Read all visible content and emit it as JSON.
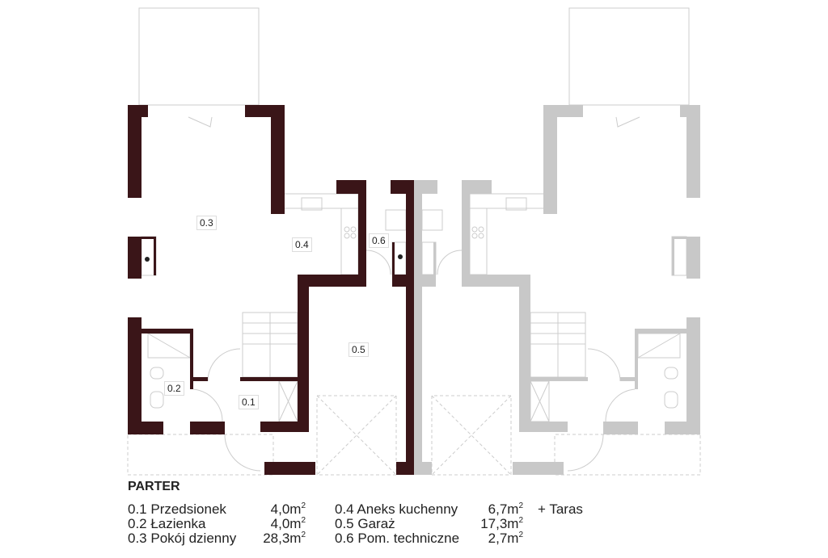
{
  "plan": {
    "wall_color": "#3a1518",
    "neighbor_wall_color": "#c8c8c8",
    "room_labels": [
      "0.1",
      "0.2",
      "0.3",
      "0.4",
      "0.5",
      "0.6"
    ]
  },
  "legend": {
    "title": "PARTER",
    "rooms": [
      {
        "name": "0.1 Przedsionek",
        "area": "4,0m",
        "unit_sup": "2"
      },
      {
        "name": "0.2 Łazienka",
        "area": "4,0m",
        "unit_sup": "2"
      },
      {
        "name": "0.3 Pokój dzienny",
        "area": "28,3m",
        "unit_sup": "2"
      },
      {
        "name": "0.4 Aneks kuchenny",
        "area": "6,7m",
        "unit_sup": "2"
      },
      {
        "name": "0.5 Garaż",
        "area": "17,3m",
        "unit_sup": "2"
      },
      {
        "name": "0.6 Pom. techniczne",
        "area": "2,7m",
        "unit_sup": "2"
      }
    ],
    "extra": "+ Taras"
  }
}
